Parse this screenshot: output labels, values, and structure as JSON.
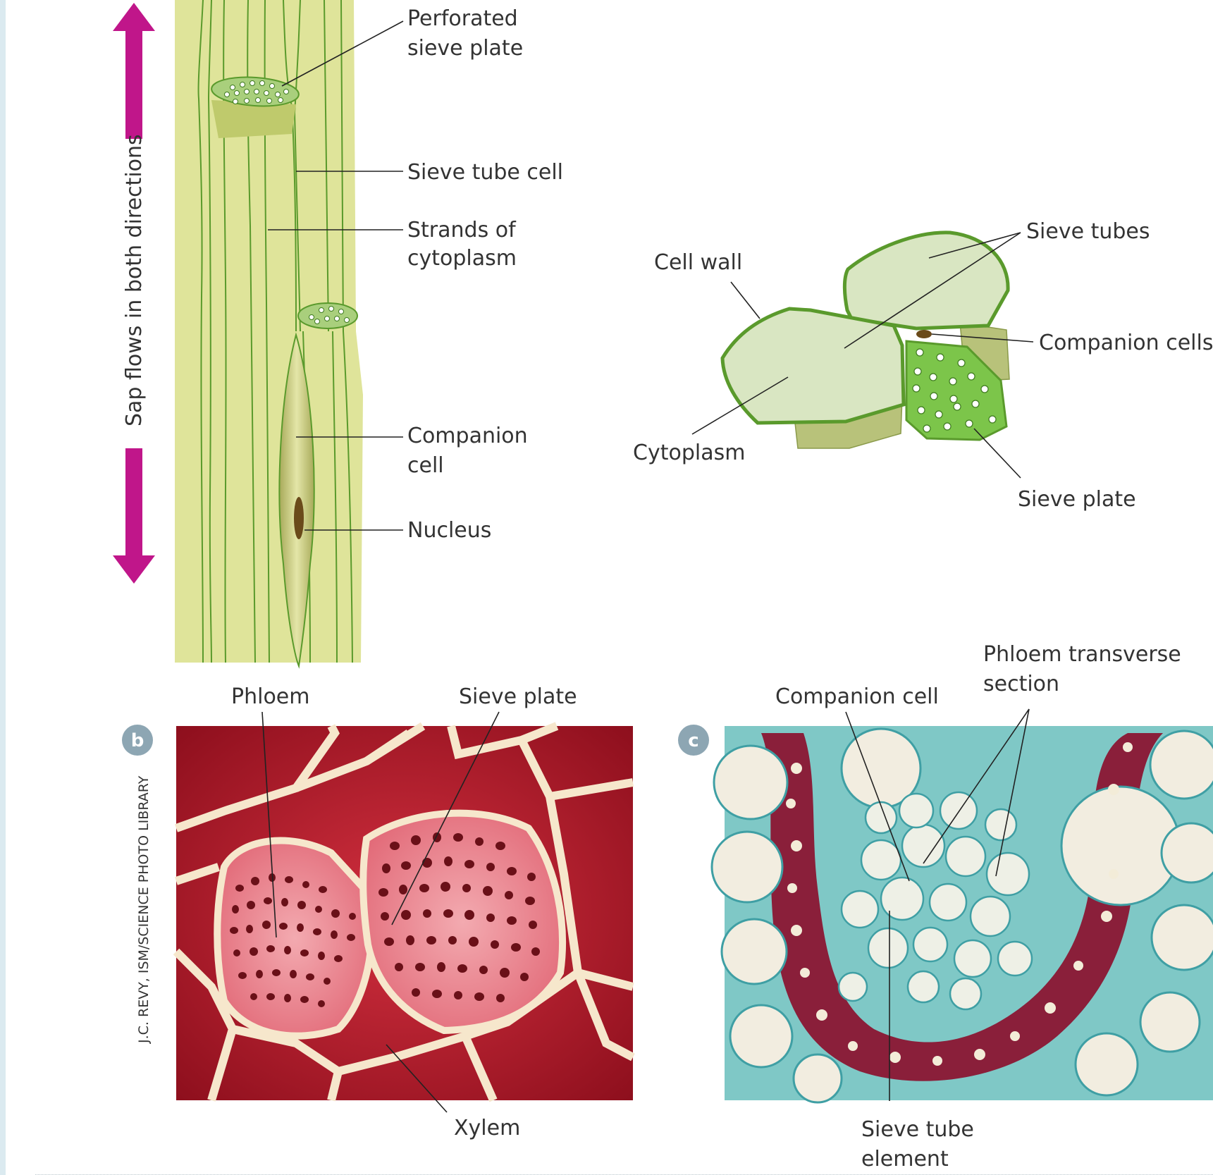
{
  "colors": {
    "arrow": "#c0168a",
    "sieve_tube_fill": "#dfe49a",
    "cell_outline": "#5a9a2c",
    "cytoplasm_fill": "#d9e6c2",
    "companion_fill": "#b8c27a",
    "sieve_plate_fill": "#7cc54a",
    "badge": "#8da6b3"
  },
  "arrow_label": "Sap flows in both directions",
  "panel_a": {
    "labels": {
      "perforated": [
        "Perforated",
        "sieve plate"
      ],
      "sieve_tube_cell": "Sieve tube cell",
      "strands": [
        "Strands of",
        "cytoplasm"
      ],
      "companion": [
        "Companion",
        "cell"
      ],
      "nucleus": "Nucleus"
    }
  },
  "cross_section": {
    "labels": {
      "sieve_tubes": "Sieve tubes",
      "cell_wall": "Cell wall",
      "companion_cells": "Companion cells",
      "cytoplasm": "Cytoplasm",
      "sieve_plate": "Sieve plate"
    }
  },
  "panel_b": {
    "badge": "b",
    "credit": "J.C. REVY, ISM/SCIENCE PHOTO LIBRARY",
    "labels": {
      "phloem": "Phloem",
      "sieve_plate": "Sieve plate",
      "xylem": "Xylem"
    }
  },
  "panel_c": {
    "badge": "c",
    "labels": {
      "companion_cell": "Companion cell",
      "phloem_ts": [
        "Phloem transverse",
        "section"
      ],
      "sieve_tube_element": [
        "Sieve tube",
        "element"
      ]
    }
  }
}
